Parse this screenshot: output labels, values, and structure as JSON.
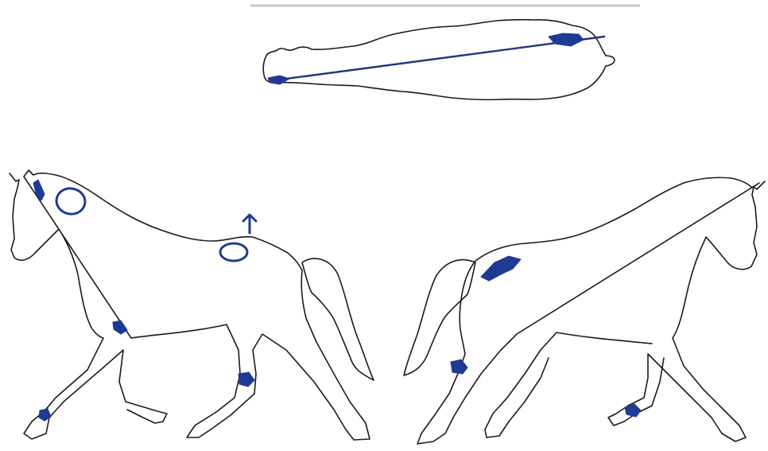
{
  "figure": {
    "views": [
      {
        "name": "top-view",
        "description_visible": ""
      },
      {
        "name": "left-side-view",
        "description_visible": ""
      },
      {
        "name": "right-side-view",
        "description_visible": ""
      }
    ],
    "colors": {
      "outline": "#1a1a1a",
      "annotation": "#1f3a93",
      "annotation_line": "#24357a",
      "top_rule": "#c8c8c8",
      "background": "#ffffff"
    },
    "annotations": {
      "top_view": [
        "diagonal-line",
        "hoof-mark-front",
        "hoof-mark-rear"
      ],
      "left_horse": [
        "poll-mark",
        "neck-circle",
        "back-circle",
        "up-arrow",
        "elbow-mark",
        "hind-cannon-mark",
        "front-fetlock-mark"
      ],
      "right_horse": [
        "back-scribble",
        "hock-mark",
        "front-fetlock-mark"
      ]
    }
  }
}
